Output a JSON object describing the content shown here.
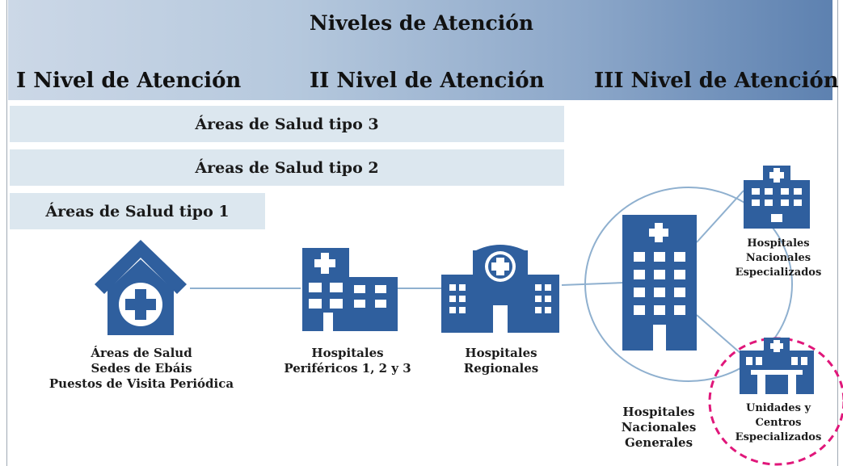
{
  "header": {
    "title": "Niveles de Atención",
    "levels": [
      "I Nivel de Atención",
      "II Nivel de Atención",
      "III Nivel de Atención"
    ]
  },
  "bars": {
    "tipo3": "Áreas de Salud tipo 3",
    "tipo2": "Áreas de Salud tipo 2",
    "tipo1": "Áreas de Salud tipo 1"
  },
  "nodes": {
    "areas": [
      "Áreas de Salud",
      "Sedes de Ebáis",
      "Puestos de Visita Periódica"
    ],
    "perifericos": [
      "Hospitales",
      "Periféricos 1, 2 y 3"
    ],
    "regionales": [
      "Hospitales",
      "Regionales"
    ],
    "nacionales_generales": [
      "Hospitales",
      "Nacionales",
      "Generales"
    ],
    "nacionales_especializados": [
      "Hospitales",
      "Nacionales",
      "Especializados"
    ],
    "unidades": [
      "Unidades y",
      "Centros",
      "Especializados"
    ]
  },
  "colors": {
    "icon": "#2f5f9e",
    "line": "#8fb0cf",
    "highlight": "#e0177a",
    "bar": "#dce7ef"
  },
  "icons": [
    "house-cross-icon",
    "hospital-peripheral-icon",
    "hospital-regional-icon",
    "hospital-tower-icon",
    "hospital-specialized-icon",
    "specialized-unit-icon"
  ]
}
